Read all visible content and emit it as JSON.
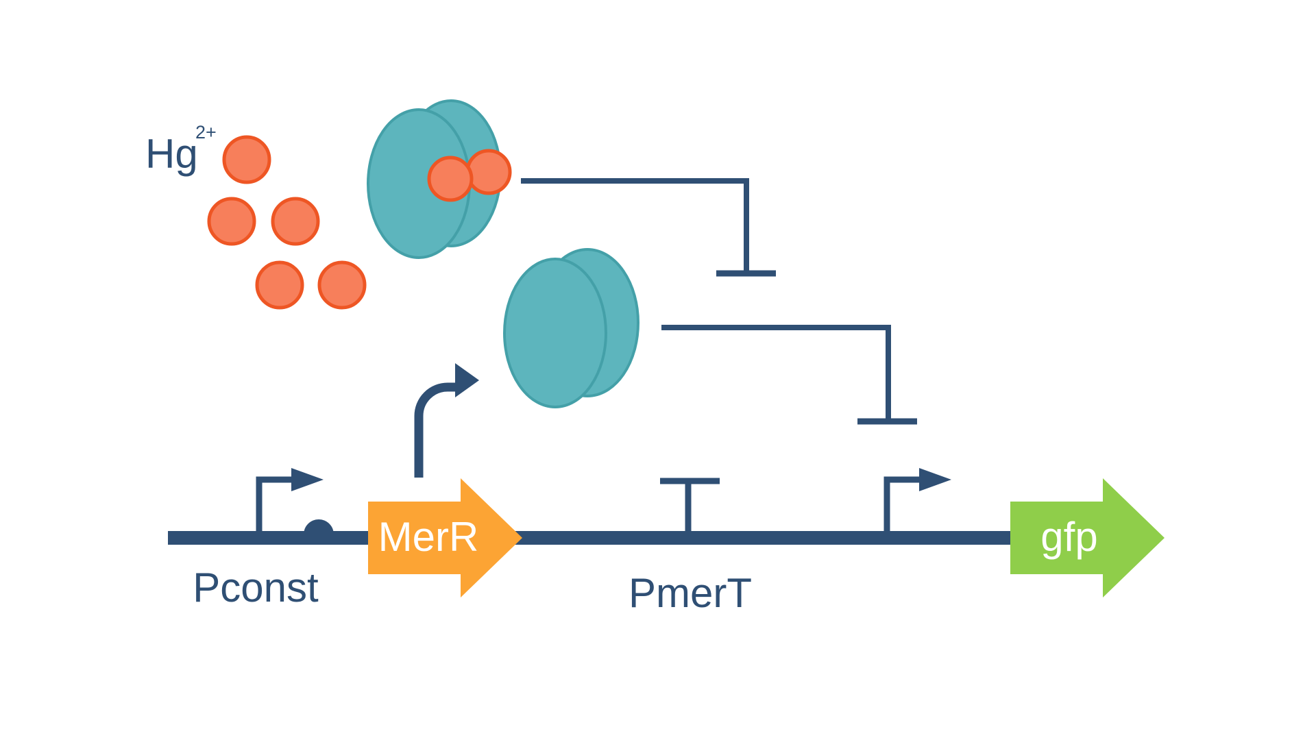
{
  "ion": {
    "symbol": "Hg",
    "charge": "2+"
  },
  "labels": {
    "promoter_const": "Pconst",
    "promoter_mer": "PmerT",
    "gene_merr": "MerR",
    "gene_gfp": "gfp"
  },
  "colors": {
    "backbone": "#2f4f74",
    "ion_fill": "#f77f5b",
    "ion_stroke": "#ee5624",
    "protein_fill": "#5db5bd",
    "protein_stroke": "#44a0a8",
    "merr_gene": "#fca434",
    "gfp_gene": "#8fce4a",
    "background": "#ffffff"
  }
}
